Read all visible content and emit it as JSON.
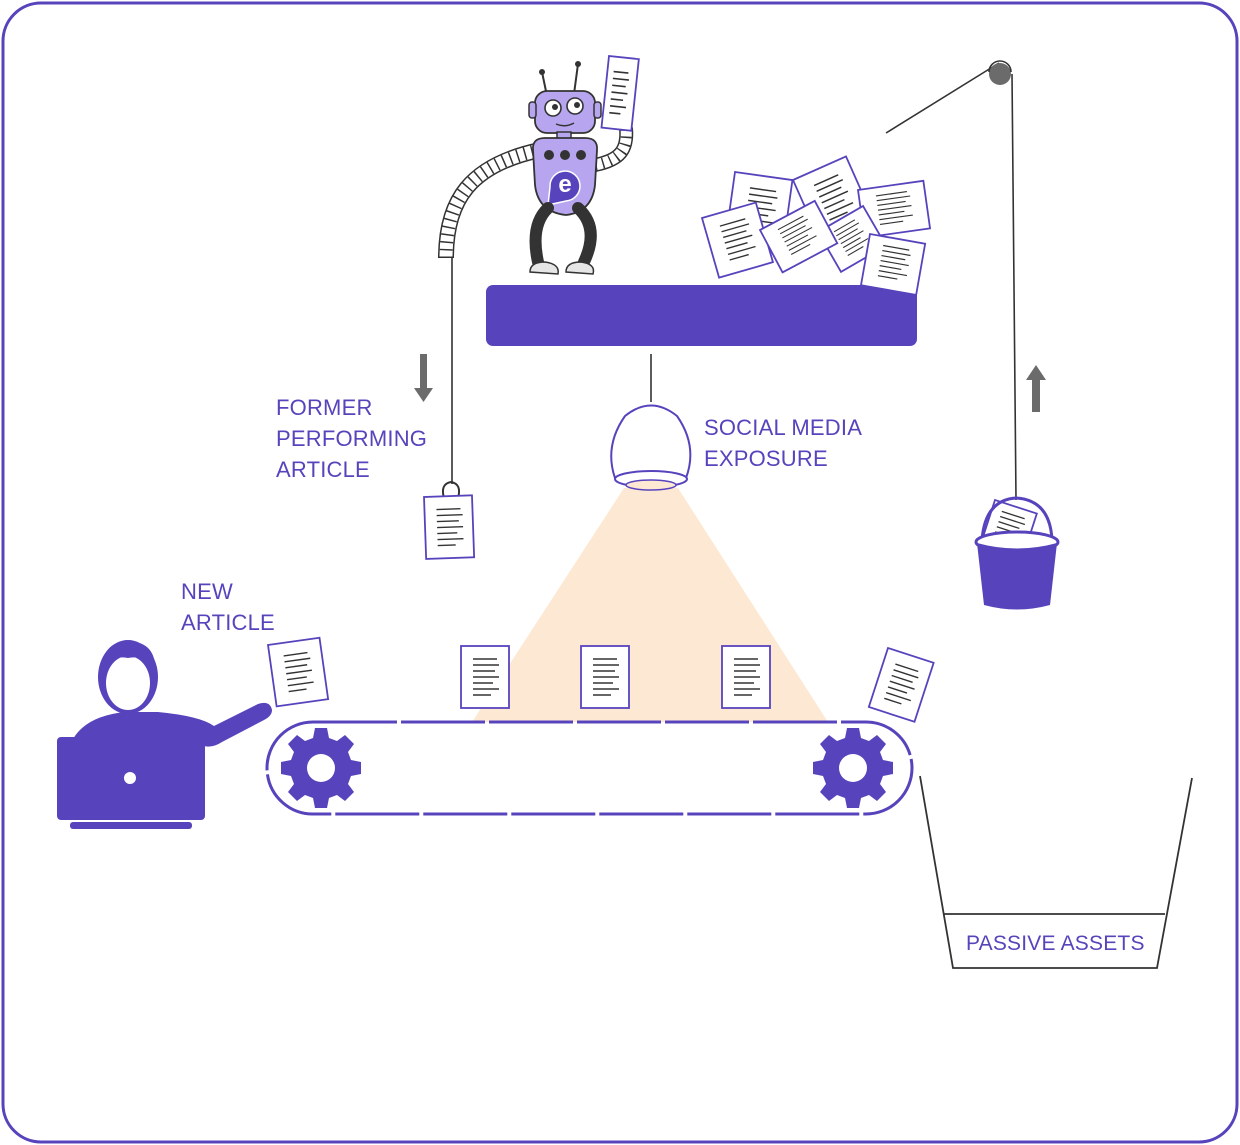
{
  "labels": {
    "former_article": [
      "FORMER",
      "PERFORMING",
      "ARTICLE"
    ],
    "new_article": [
      "NEW",
      "ARTICLE"
    ],
    "social_media": [
      "SOCIAL MEDIA",
      "EXPOSURE"
    ],
    "passive_assets": "PASSIVE ASSETS"
  },
  "logo_letter": "e",
  "colors": {
    "primary": "#5744bd",
    "robot_light": "#b7a6ef",
    "light_beam": "#fde9d3",
    "arrow_gray": "#6b6b6b",
    "line": "#333333"
  },
  "icons": [
    "robot-icon",
    "person-at-laptop-icon",
    "gear-icon",
    "document-icon",
    "bucket-icon",
    "pulley-icon",
    "lamp-icon",
    "arrow-down-icon",
    "arrow-up-icon"
  ]
}
